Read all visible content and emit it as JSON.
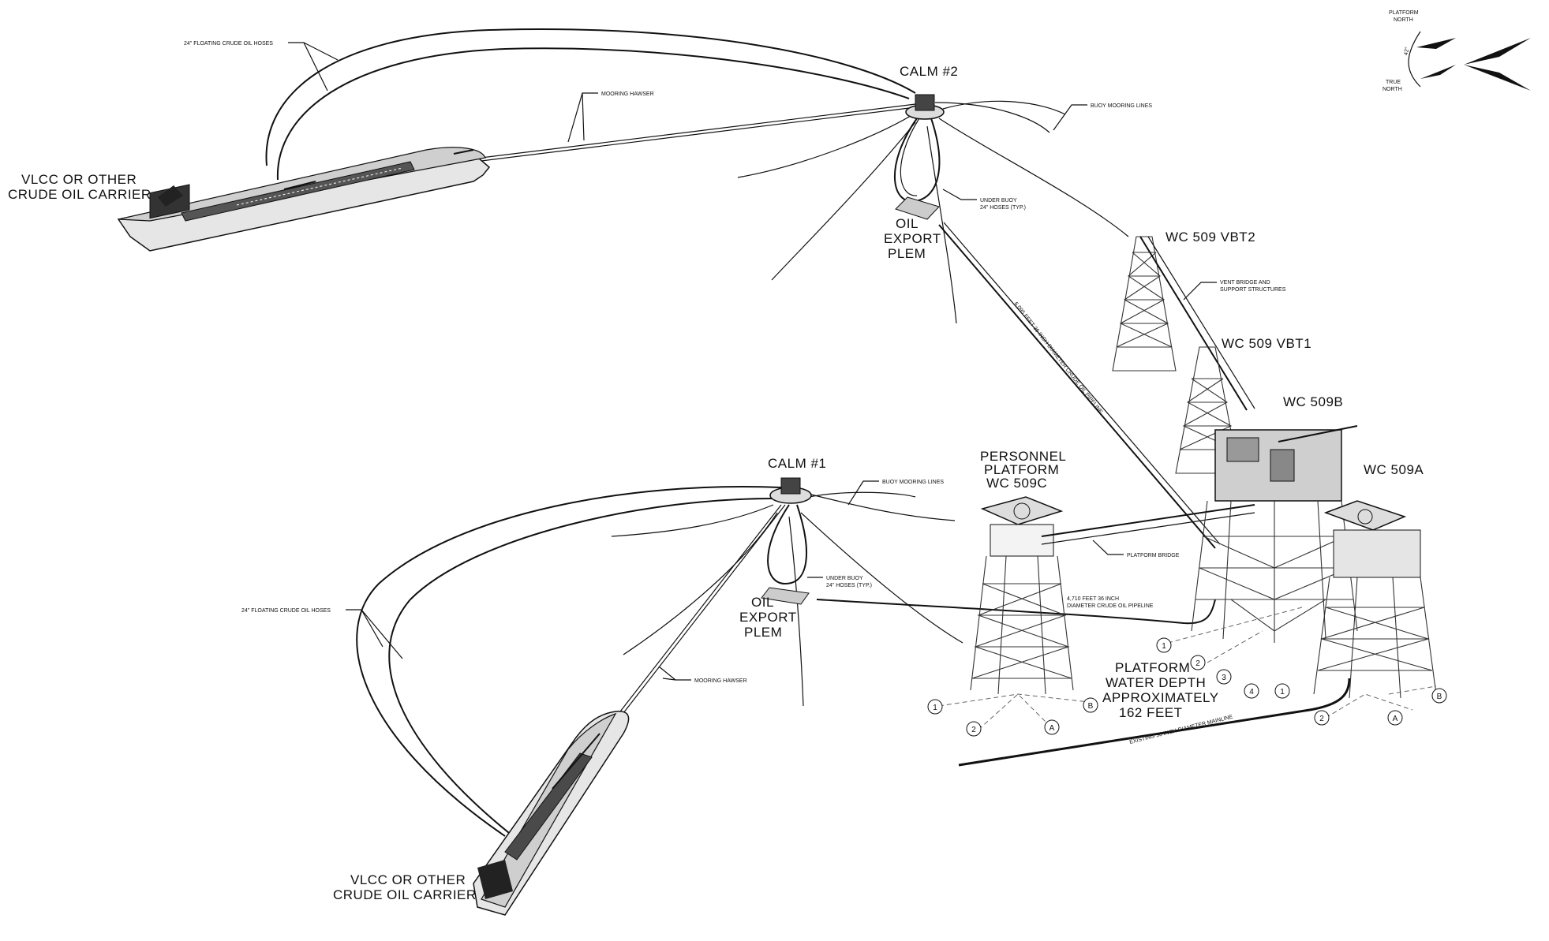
{
  "labels": {
    "vlcc_top": [
      "VLCC OR OTHER",
      "CRUDE OIL CARRIER"
    ],
    "vlcc_bottom": [
      "VLCC OR OTHER",
      "CRUDE OIL CARRIER"
    ],
    "calm2": "CALM #2",
    "calm1": "CALM #1",
    "plem_top": [
      "OIL",
      "EXPORT",
      "PLEM"
    ],
    "plem_bottom": [
      "OIL",
      "EXPORT",
      "PLEM"
    ],
    "wc509vbt2": "WC 509 VBT2",
    "wc509vbt1": "WC 509 VBT1",
    "wc509b": "WC 509B",
    "wc509a": "WC 509A",
    "personnel_platform": [
      "PERSONNEL",
      "PLATFORM",
      "WC 509C"
    ],
    "water_depth": [
      "PLATFORM",
      "WATER DEPTH",
      "APPROXIMATELY",
      "162 FEET"
    ]
  },
  "notes": {
    "hoses_top": "24\" FLOATING CRUDE OIL HOSES",
    "hawser_top": "MOORING HAWSER",
    "buoy_lines_top": "BUOY MOORING LINES",
    "under_buoy_top": [
      "UNDER BUOY",
      "24\" HOSES (TYP.)"
    ],
    "vent_bridge": [
      "VENT BRIDGE AND",
      "SUPPORT STRUCTURES"
    ],
    "pipeline_6095": "6,095 FEET 36 INCH DIAMETER CRUDE OIL PIPELINE",
    "buoy_lines_bottom": "BUOY MOORING LINES",
    "under_buoy_bottom": [
      "UNDER BUOY",
      "24\" HOSES (TYP.)"
    ],
    "platform_bridge": "PLATFORM BRIDGE",
    "pipeline_4710": [
      "4,710 FEET 36 INCH",
      "DIAMETER CRUDE OIL PIPELINE"
    ],
    "hoses_bottom": "24\" FLOATING CRUDE OIL HOSES",
    "hawser_bottom": "MOORING HAWSER",
    "mainline": "EXISTING 36 INCH DIAMETER MAINLINE"
  },
  "north_arrow": {
    "platform_north": [
      "PLATFORM",
      "NORTH"
    ],
    "true_north": [
      "TRUE",
      "NORTH"
    ],
    "angle": "42°"
  },
  "grid_bubbles": {
    "c509": [
      "1",
      "2",
      "A",
      "B"
    ],
    "b509": [
      "1",
      "2",
      "3",
      "4"
    ],
    "a509": [
      "1",
      "2",
      "A",
      "B"
    ]
  }
}
